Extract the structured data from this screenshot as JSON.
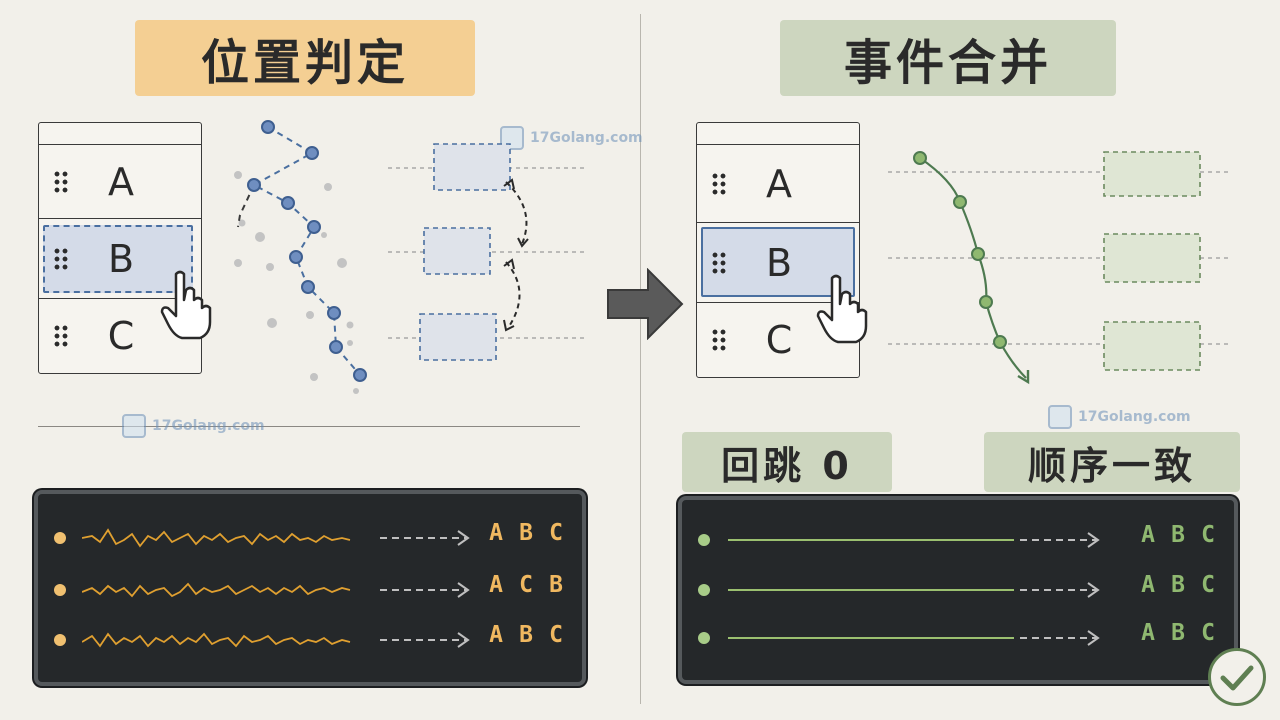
{
  "left": {
    "title": "位置判定",
    "list_rows": [
      "A",
      "B",
      "C"
    ],
    "console_sequences": [
      [
        "A",
        "B",
        "C"
      ],
      [
        "A",
        "C",
        "B"
      ],
      [
        "A",
        "B",
        "C"
      ]
    ]
  },
  "right": {
    "title": "事件合并",
    "list_rows": [
      "A",
      "B",
      "C"
    ],
    "bounce_label": "回跳 0",
    "order_label": "顺序一致",
    "console_sequences": [
      [
        "A",
        "B",
        "C"
      ],
      [
        "A",
        "B",
        "C"
      ],
      [
        "A",
        "B",
        "C"
      ]
    ]
  },
  "watermark": "17Golang.com",
  "colors": {
    "left_accent": "#f4cf93",
    "right_accent": "#cdd6bf",
    "jitter_wave": "#e0a030",
    "smooth_line": "#9bc070",
    "selection_blue": "#4a6fa0",
    "green_curve": "#4e7a50"
  },
  "icons": [
    "hand-pointer-icon",
    "arrow-right-icon",
    "checkmark-icon",
    "grip-dots-icon"
  ]
}
